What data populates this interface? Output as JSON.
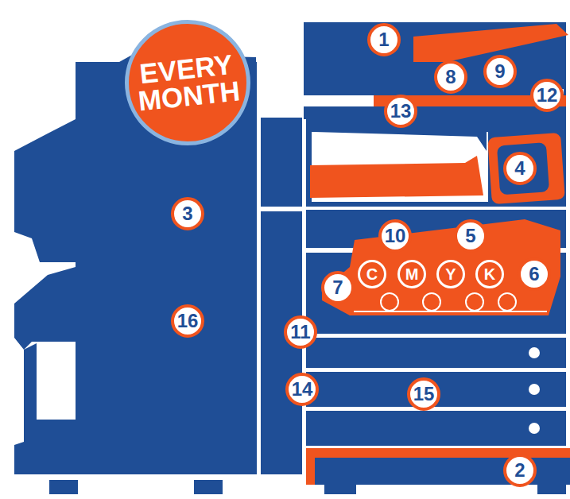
{
  "diagram": {
    "nodes": [
      {
        "text": [
          "EVERY MONTH"
        ]
      }
    ],
    "labels": [
      "1",
      "8",
      "9",
      "12",
      "13",
      "4",
      "3",
      "10",
      "5",
      "7",
      "C",
      "M",
      "Y",
      "K",
      "6",
      "11",
      "16",
      "14",
      "15",
      "2"
    ]
  }
}
